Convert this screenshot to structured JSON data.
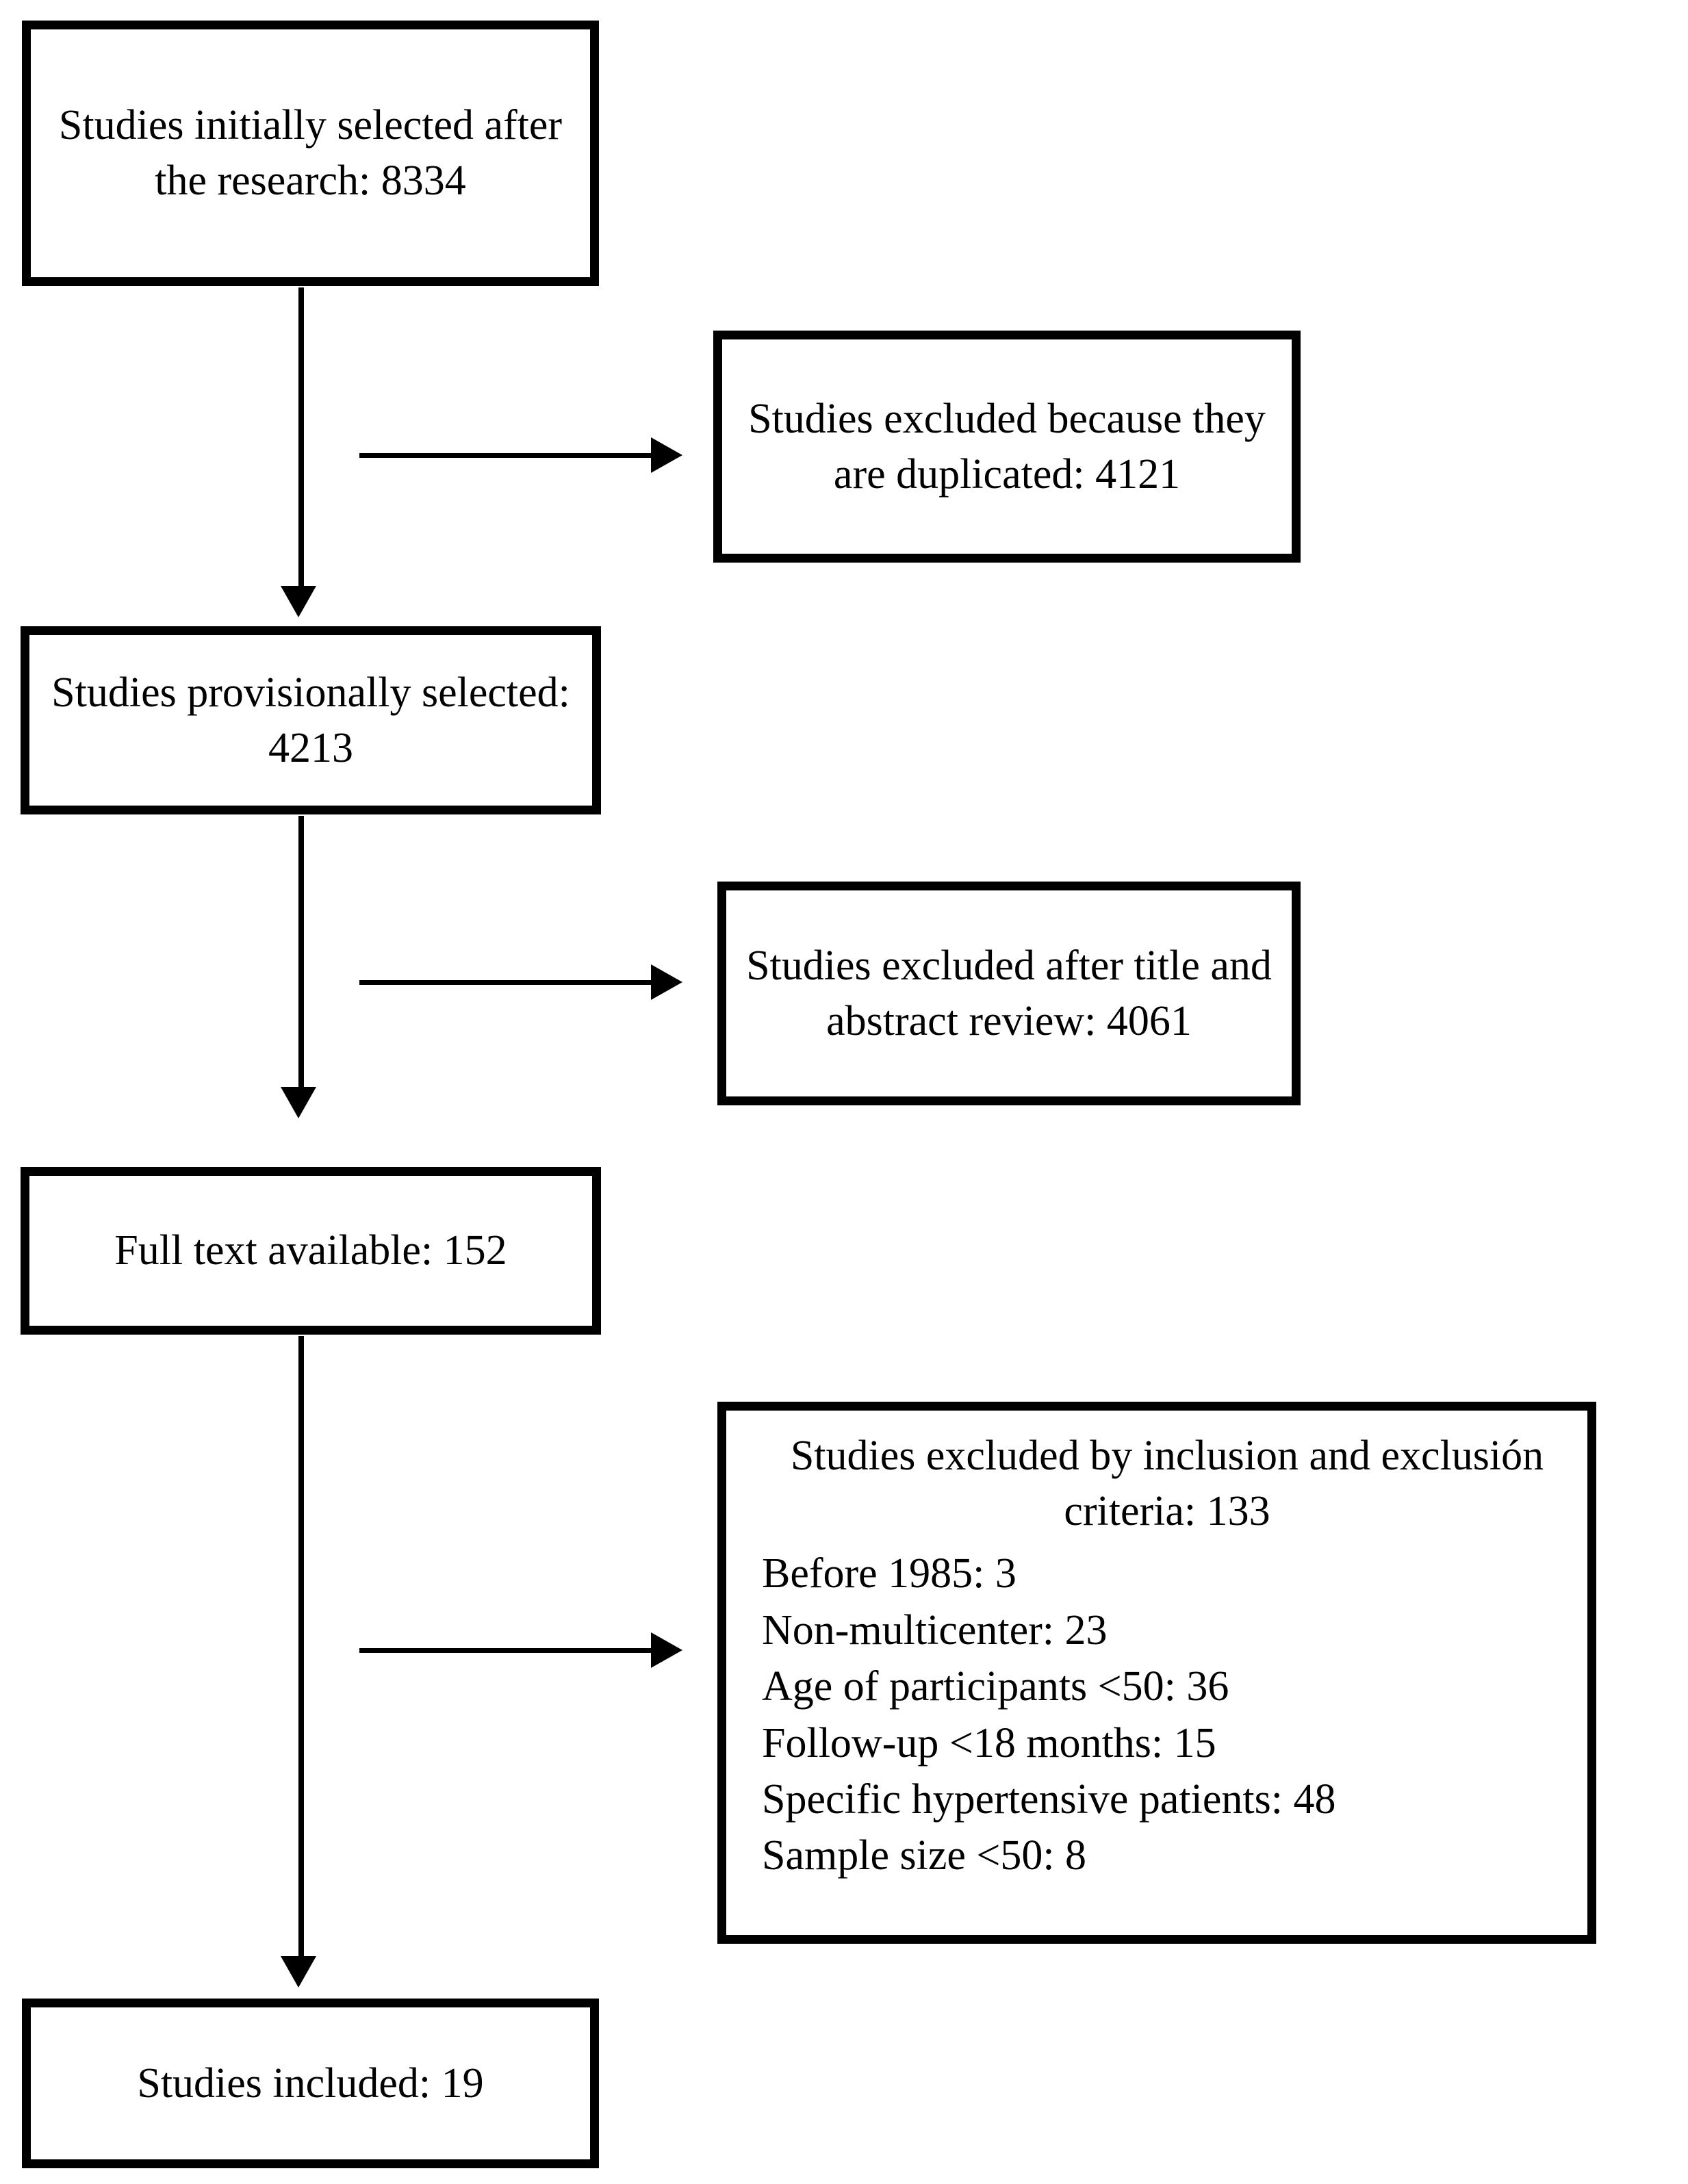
{
  "diagram": {
    "type": "prisma-flow-diagram",
    "nodes": {
      "initial": "Studies initially selected after the research: 8334",
      "duplicated": "Studies excluded because they are duplicated: 4121",
      "provisional": "Studies provisionally selected: 4213",
      "title_abstract": "Studies excluded after title and abstract review: 4061",
      "fulltext": "Full text available: 152",
      "criteria_heading": "Studies excluded by inclusion and exclusión criteria: 133",
      "included": "Studies included: 19"
    },
    "criteria_items": [
      "Before 1985: 3",
      "Non-multicenter: 23",
      "Age of participants <50: 36",
      "Follow-up <18 months: 15",
      "Specific hypertensive patients: 48",
      "Sample size <50: 8"
    ],
    "counts": {
      "initially_selected": 8334,
      "duplicated_excluded": 4121,
      "provisionally_selected": 4213,
      "title_abstract_excluded": 4061,
      "full_text_available": 152,
      "criteria_excluded_total": 133,
      "before_1985": 3,
      "non_multicenter": 23,
      "age_under_50": 36,
      "followup_under_18_months": 15,
      "specific_hypertensive_patients": 48,
      "sample_size_under_50": 8,
      "studies_included": 19
    },
    "colors": {
      "border": "#000000",
      "background": "#ffffff",
      "text": "#000000"
    }
  }
}
